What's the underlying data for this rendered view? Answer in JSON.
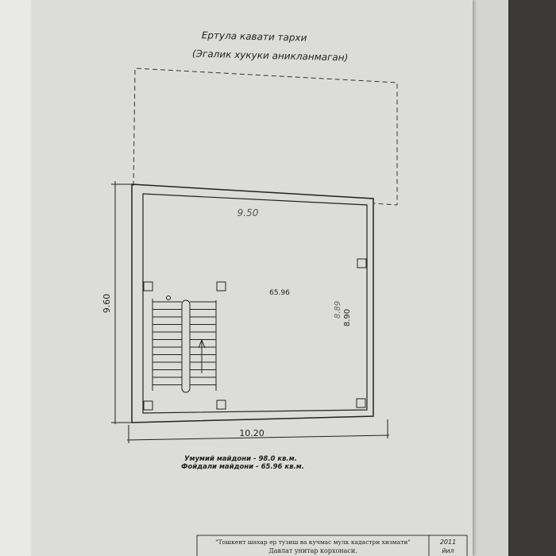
{
  "title": "Ертула кавати тархи",
  "subtitle": "(Эгалик хукуки аникланмаган)",
  "plan": {
    "dim_height": "9.60",
    "dim_width": "10.20",
    "inner_width_handwritten": "9.50",
    "room_area": "65.96",
    "inner_height": "8.90",
    "inner_height_handwritten": "8.89"
  },
  "totals": {
    "total_area": "Умумий майдони - 98.0 кв.м.",
    "useful_area": "Фойдали майдони - 65.96 кв.м."
  },
  "footer": {
    "org_line1": "\"Тошкент шахар ер тузиш ва кучмас мулк кадастри хизмати\"",
    "org_line2": "Давлат унитар корхонаси.",
    "year": "2011",
    "year_suffix": "йил"
  }
}
